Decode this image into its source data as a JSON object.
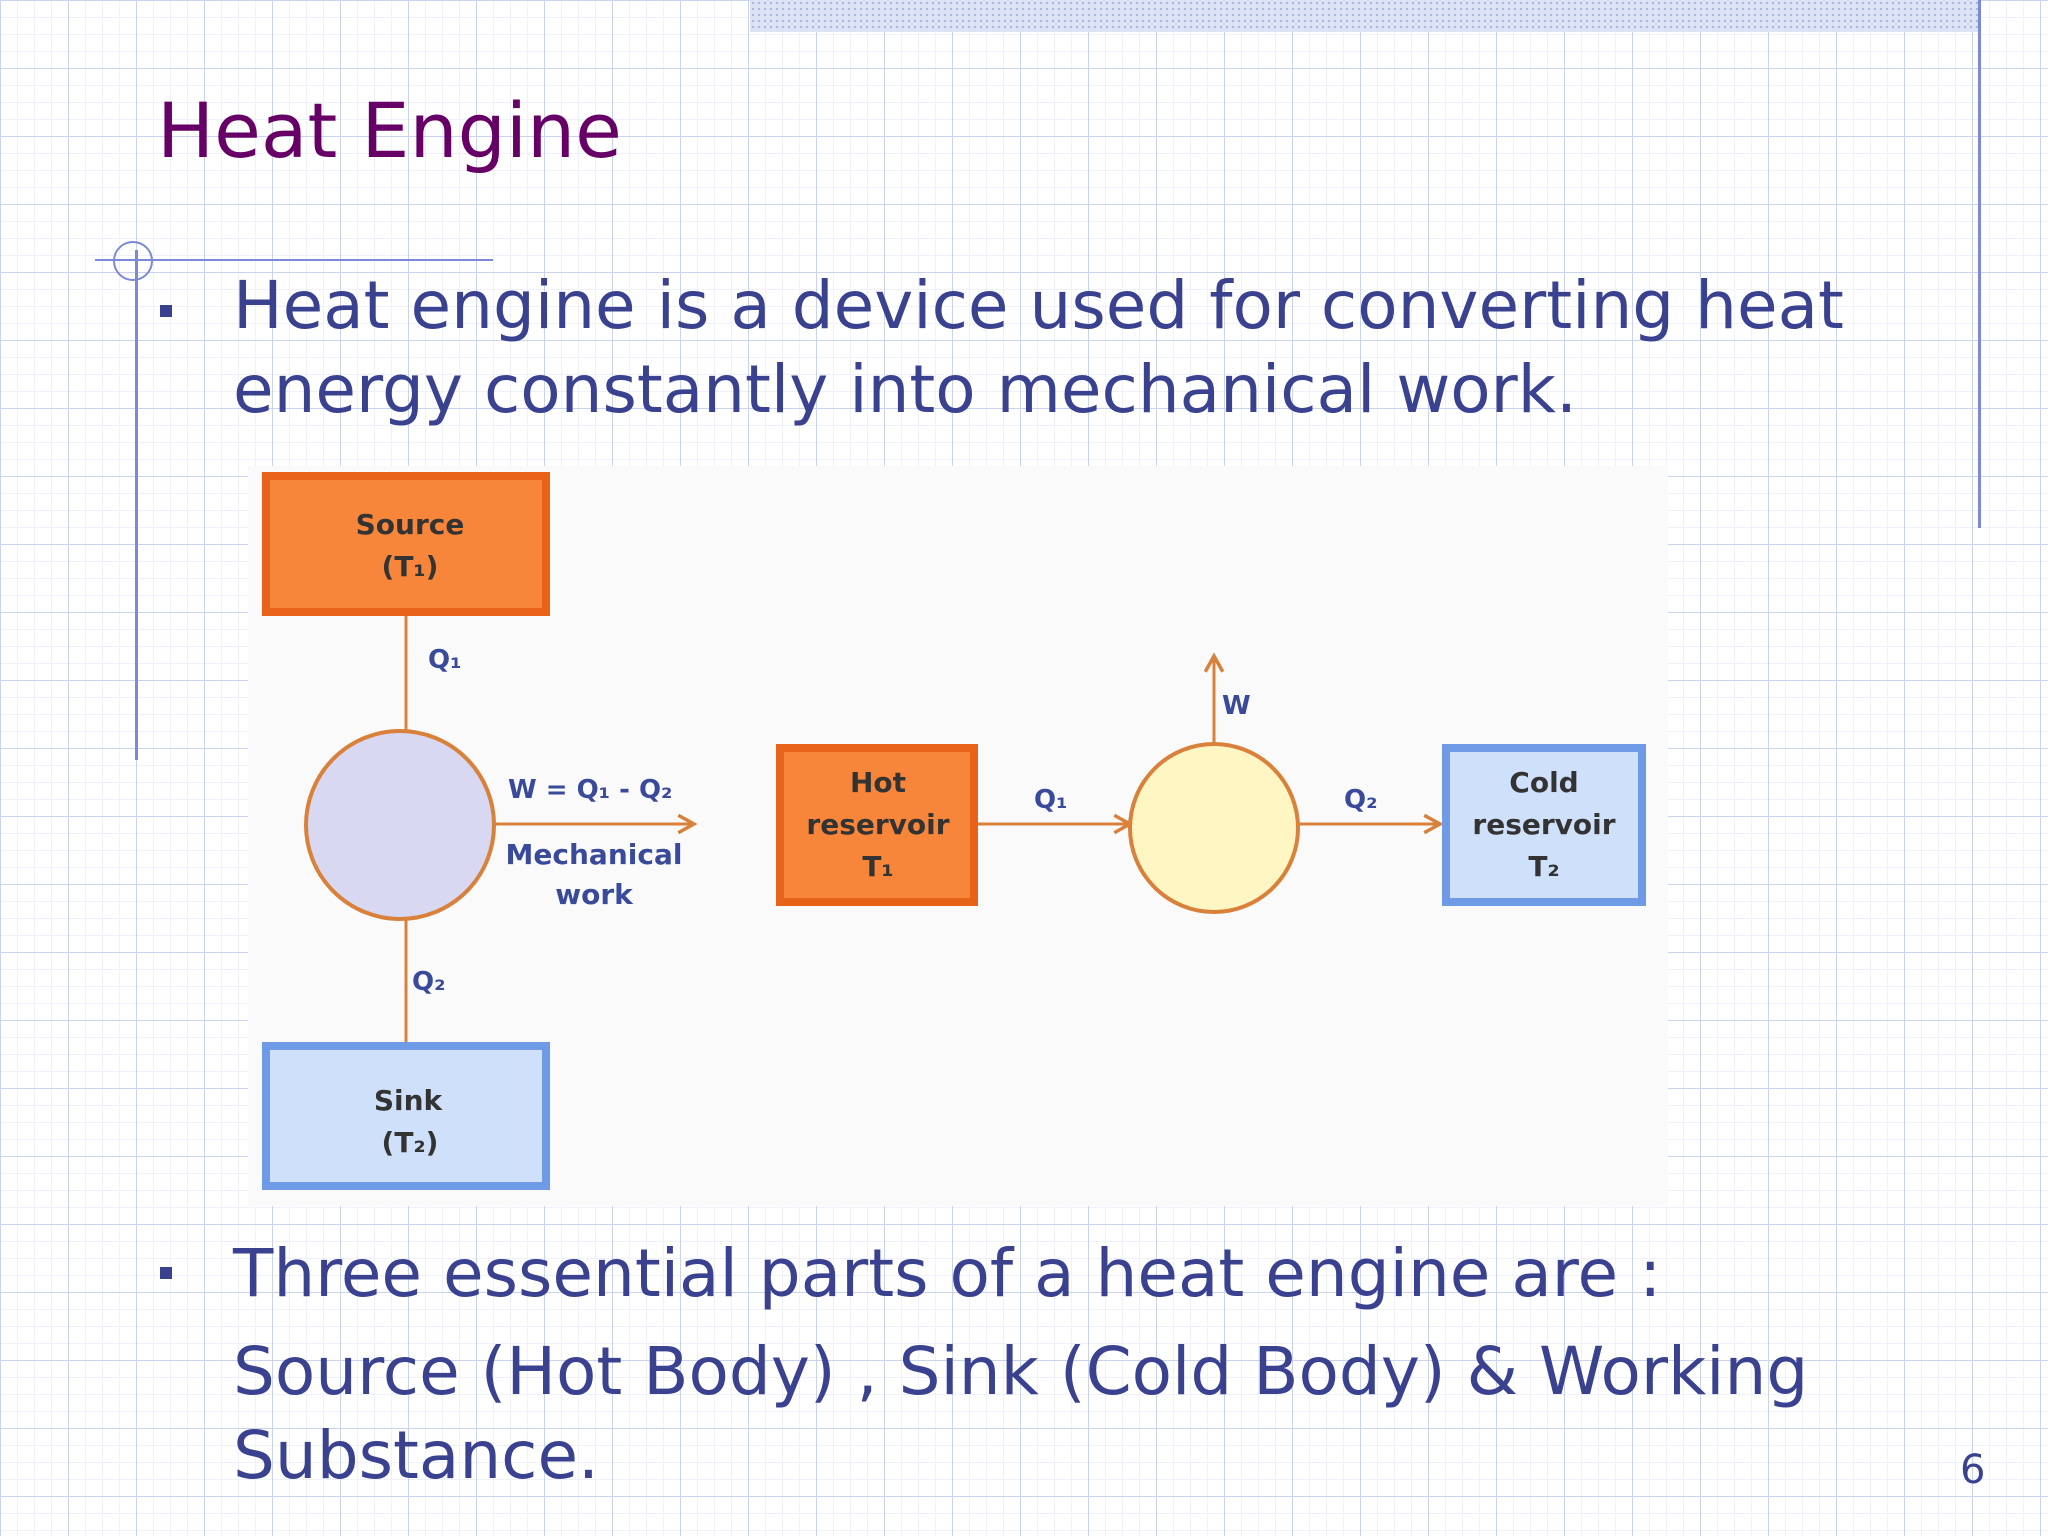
{
  "slide": {
    "title": "Heat Engine",
    "bullet1": {
      "line1": "Heat engine is a device used for converting heat",
      "line2": "energy constantly into mechanical work."
    },
    "bullet2": {
      "line1": "Three essential parts of a heat engine are :",
      "line2": "Source (Hot Body) , Sink (Cold Body) & Working",
      "line3": "Substance."
    },
    "page_number": "6"
  },
  "diagram": {
    "source_label": "Source",
    "source_temp": "(T₁)",
    "q1_left": "Q₁",
    "work_eq": "W = Q₁ - Q₂",
    "work_label1": "Mechanical",
    "work_label2": "work",
    "q2_left": "Q₂",
    "sink_label": "Sink",
    "sink_temp": "(T₂)",
    "hot_line1": "Hot",
    "hot_line2": "reservoir",
    "hot_temp": "T₁",
    "q1_right": "Q₁",
    "w_label": "W",
    "q2_right": "Q₂",
    "cold_line1": "Cold",
    "cold_line2": "reservoir",
    "cold_temp": "T₂",
    "colors": {
      "hot": "#f7853a",
      "hot_border": "#e8631a",
      "cold": "#cfe0fa",
      "cold_border": "#6f9be6",
      "engine_left": "#d8d8f2",
      "engine_right": "#fff6c4",
      "arrow": "#d9803a",
      "text": "#333333",
      "label_blue": "#3a4a9a"
    }
  }
}
